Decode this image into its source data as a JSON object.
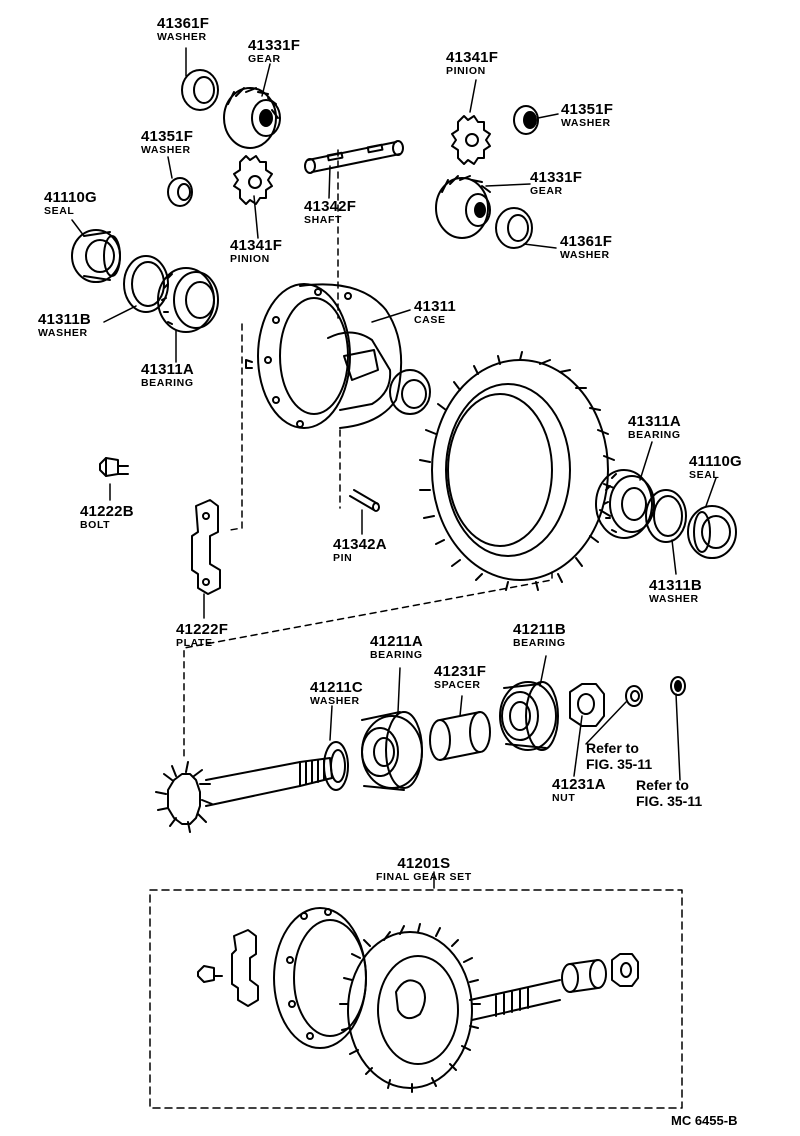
{
  "callouts": [
    {
      "id": "c-41361f-top",
      "part": "41361F",
      "name": "WASHER"
    },
    {
      "id": "c-41331f-top",
      "part": "41331F",
      "name": "GEAR"
    },
    {
      "id": "c-41351f-left",
      "part": "41351F",
      "name": "WASHER"
    },
    {
      "id": "c-41110g-left",
      "part": "41110G",
      "name": "SEAL"
    },
    {
      "id": "c-41341f-left",
      "part": "41341F",
      "name": "PINION"
    },
    {
      "id": "c-41342f",
      "part": "41342F",
      "name": "SHAFT"
    },
    {
      "id": "c-41341f-right",
      "part": "41341F",
      "name": "PINION"
    },
    {
      "id": "c-41351f-right",
      "part": "41351F",
      "name": "WASHER"
    },
    {
      "id": "c-41331f-right",
      "part": "41331F",
      "name": "GEAR"
    },
    {
      "id": "c-41361f-right",
      "part": "41361F",
      "name": "WASHER"
    },
    {
      "id": "c-41311",
      "part": "41311",
      "name": "CASE"
    },
    {
      "id": "c-41311b-left",
      "part": "41311B",
      "name": "WASHER"
    },
    {
      "id": "c-41311a-left",
      "part": "41311A",
      "name": "BEARING"
    },
    {
      "id": "c-41311a-right",
      "part": "41311A",
      "name": "BEARING"
    },
    {
      "id": "c-41110g-right",
      "part": "41110G",
      "name": "SEAL"
    },
    {
      "id": "c-41222b",
      "part": "41222B",
      "name": "BOLT"
    },
    {
      "id": "c-41342a",
      "part": "41342A",
      "name": "PIN"
    },
    {
      "id": "c-41311b-right",
      "part": "41311B",
      "name": "WASHER"
    },
    {
      "id": "c-41222f",
      "part": "41222F",
      "name": "PLATE"
    },
    {
      "id": "c-41211a",
      "part": "41211A",
      "name": "BEARING"
    },
    {
      "id": "c-41211b",
      "part": "41211B",
      "name": "BEARING"
    },
    {
      "id": "c-41211c",
      "part": "41211C",
      "name": "WASHER"
    },
    {
      "id": "c-41231f",
      "part": "41231F",
      "name": "SPACER"
    },
    {
      "id": "c-41231a",
      "part": "41231A",
      "name": "NUT"
    },
    {
      "id": "c-41201s",
      "part": "41201S",
      "name": "FINAL GEAR SET"
    }
  ],
  "references": {
    "ref_1": {
      "line1": "Refer to",
      "line2": "FIG. 35-11"
    },
    "ref_2": {
      "line1": "Refer to",
      "line2": "FIG. 35-11"
    }
  },
  "figure_code": "MC 6455-B"
}
